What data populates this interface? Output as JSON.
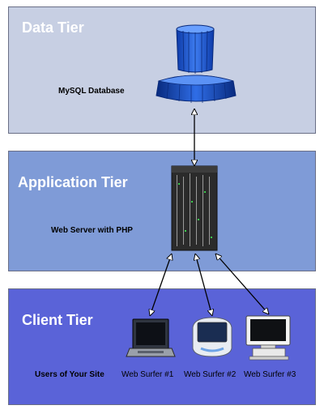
{
  "tiers": {
    "data": {
      "title": "Data Tier",
      "label": "MySQL Database"
    },
    "app": {
      "title": "Application Tier",
      "label": "Web Server with PHP"
    },
    "client": {
      "title": "Client Tier",
      "label": "Users of Your Site"
    }
  },
  "clients": [
    {
      "label": "Web Surfer #1",
      "icon": "laptop-icon"
    },
    {
      "label": "Web Surfer #2",
      "icon": "imac-icon"
    },
    {
      "label": "Web Surfer #3",
      "icon": "crt-computer-icon"
    }
  ],
  "icons": {
    "database": "database-icon",
    "server": "server-tower-icon"
  },
  "colors": {
    "data_tier_bg": "#c7cfe3",
    "app_tier_bg": "#7f9bd7",
    "client_tier_bg": "#5a63d8",
    "tier_title": "#ffffff",
    "database": "#1f5bd6"
  }
}
